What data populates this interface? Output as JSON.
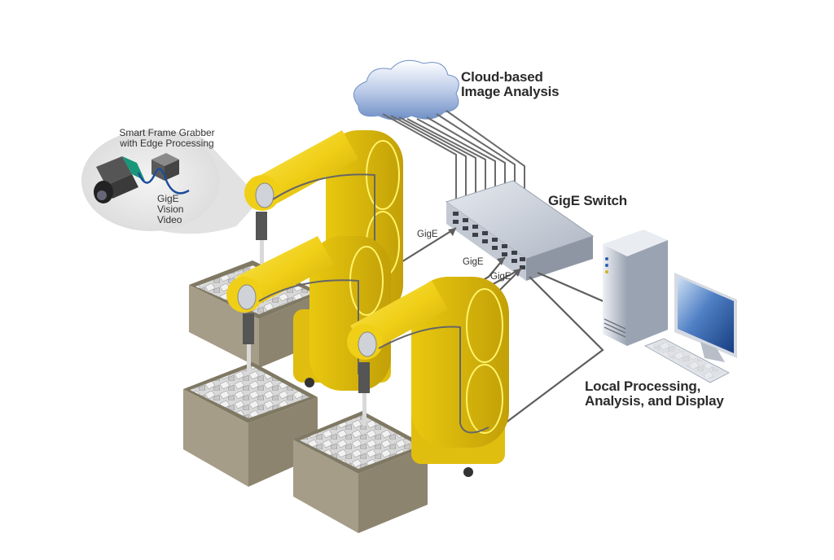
{
  "diagram": {
    "title": "GigE Vision networked robotic inspection",
    "labels": {
      "cloud": [
        "Cloud-based",
        "Image Analysis"
      ],
      "frame_grabber": [
        "Smart Frame Grabber",
        "with Edge Processing"
      ],
      "video": [
        "GigE",
        "Vision",
        "Video"
      ],
      "switch": "GigE Switch",
      "local": [
        "Local Processing,",
        "Analysis, and Display"
      ],
      "links": [
        "GigE",
        "GigE",
        "GigE"
      ]
    },
    "nodes": [
      {
        "id": "cloud",
        "name": "Cloud-based Image Analysis",
        "type": "cloud-icon"
      },
      {
        "id": "switch",
        "name": "GigE Switch",
        "type": "network-switch-icon"
      },
      {
        "id": "pc",
        "name": "Local Processing, Analysis, and Display",
        "type": "desktop-computer-icon"
      },
      {
        "id": "robot-1",
        "name": "Robot arm 1",
        "type": "robot-arm-icon"
      },
      {
        "id": "robot-2",
        "name": "Robot arm 2",
        "type": "robot-arm-icon"
      },
      {
        "id": "robot-3",
        "name": "Robot arm 3",
        "type": "robot-arm-icon"
      },
      {
        "id": "camera",
        "name": "Camera",
        "type": "camera-icon"
      },
      {
        "id": "grabber",
        "name": "Smart Frame Grabber with Edge Processing",
        "type": "frame-grabber-icon"
      }
    ],
    "edges": [
      {
        "from": "robot-1",
        "to": "switch",
        "label": "GigE"
      },
      {
        "from": "robot-2",
        "to": "switch",
        "label": "GigE"
      },
      {
        "from": "robot-3",
        "to": "switch",
        "label": "GigE"
      },
      {
        "from": "switch",
        "to": "cloud",
        "label": "",
        "count": 8
      },
      {
        "from": "switch",
        "to": "pc",
        "label": ""
      },
      {
        "from": "camera",
        "to": "grabber",
        "label": "GigE Vision Video"
      }
    ],
    "colors": {
      "robot_yellow": "#f2d21b",
      "robot_shadow": "#c9a80a",
      "box": "#a59d88",
      "box_dark": "#8c846f",
      "cable": "#6b6b6b",
      "cloud": "#8ea8d6",
      "switch": "#bcc3cf",
      "screen": "#2f5aa0",
      "video_cable": "#1d4e9a"
    }
  }
}
